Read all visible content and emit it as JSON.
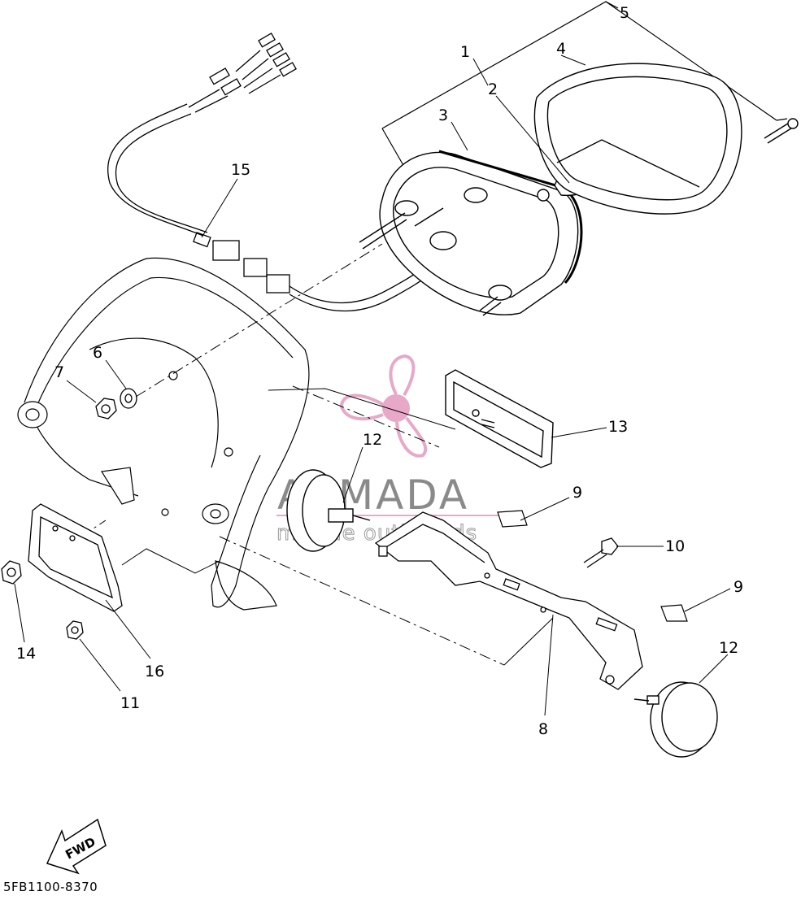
{
  "diagram": {
    "part_number": "5FB1100-8370",
    "fwd_label": "FWD",
    "watermark": {
      "brand": "ARMADA",
      "tagline": "marine outboards",
      "logo_color": "#e8a8c8"
    },
    "callouts": {
      "c1": "1",
      "c2": "2",
      "c3": "3",
      "c4": "4",
      "c5": "5",
      "c6": "6",
      "c7": "7",
      "c8": "8",
      "c9a": "9",
      "c9b": "9",
      "c10": "10",
      "c11": "11",
      "c12a": "12",
      "c12b": "12",
      "c13": "13",
      "c14": "14",
      "c15": "15",
      "c16": "16"
    }
  }
}
